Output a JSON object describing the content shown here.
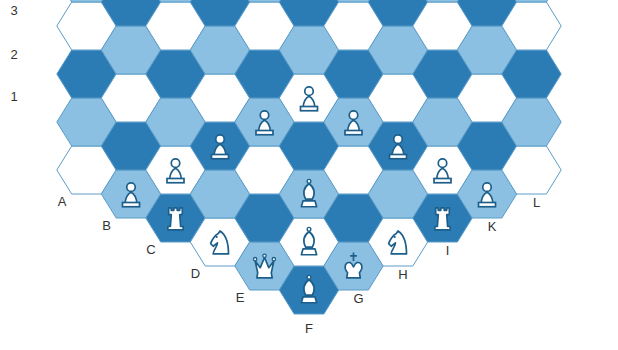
{
  "diagram": {
    "labels": [
      "3",
      "2",
      "1",
      "A",
      "B",
      "C",
      "D",
      "E",
      "F",
      "G",
      "H",
      "I",
      "K",
      "L"
    ]
  }
}
